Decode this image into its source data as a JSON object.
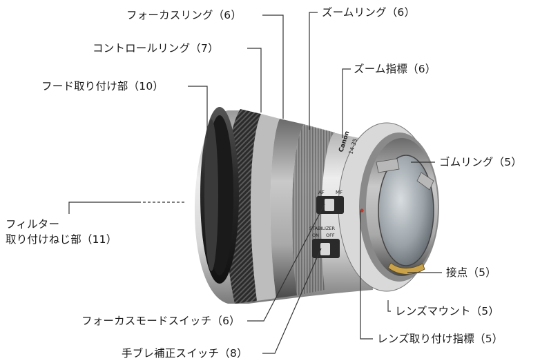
{
  "labels": {
    "focus_ring": "フォーカスリング（6）",
    "zoom_ring": "ズームリング（6）",
    "control_ring": "コントロールリング（7）",
    "zoom_index": "ズーム指標（6）",
    "hood_mount": "フード取り付け部（10）",
    "rubber_ring": "ゴムリング（5）",
    "filter_mount_line1": "フィルター",
    "filter_mount_line2": "取り付けねじ部（11）",
    "contacts": "接点（5）",
    "lens_mount": "レンズマウント（5）",
    "focus_mode_switch": "フォーカスモードスイッチ（6）",
    "lens_mount_index": "レンズ取り付け指標（5）",
    "stabilizer_switch": "手ブレ補正スイッチ（8）"
  },
  "lens_markings": {
    "brand": "Canon",
    "focal": "14-35",
    "af": "AF",
    "mf": "MF",
    "stabilizer": "STABILIZER",
    "on": "ON",
    "off": "OFF"
  },
  "colors": {
    "line": "#333333",
    "body_light": "#e6e6e6",
    "body_dark": "#1c1c1c",
    "grip": "#2a2a2a"
  }
}
